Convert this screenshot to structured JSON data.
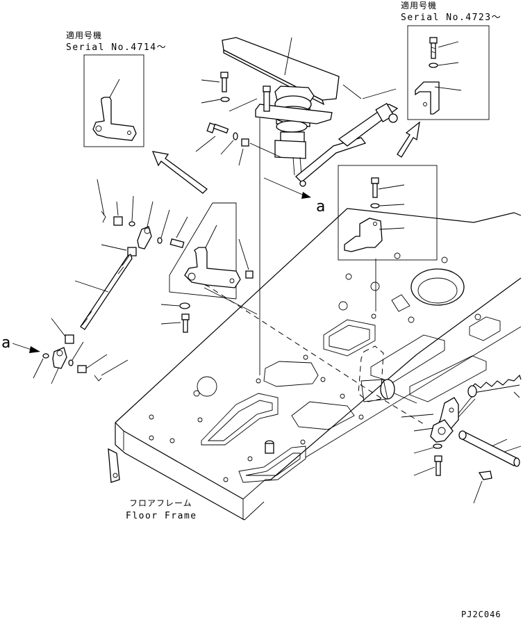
{
  "inset_left": {
    "title_jp": "適用号機",
    "serial": "Serial No.4714～"
  },
  "inset_right": {
    "title_jp": "適用号機",
    "serial": "Serial No.4723～"
  },
  "view_marker": {
    "letter_a_top": "a",
    "letter_a_left": "a"
  },
  "floor_frame": {
    "label_jp": "フロアフレーム",
    "label_en": "Floor Frame"
  },
  "drawing_code": "PJ2C046"
}
